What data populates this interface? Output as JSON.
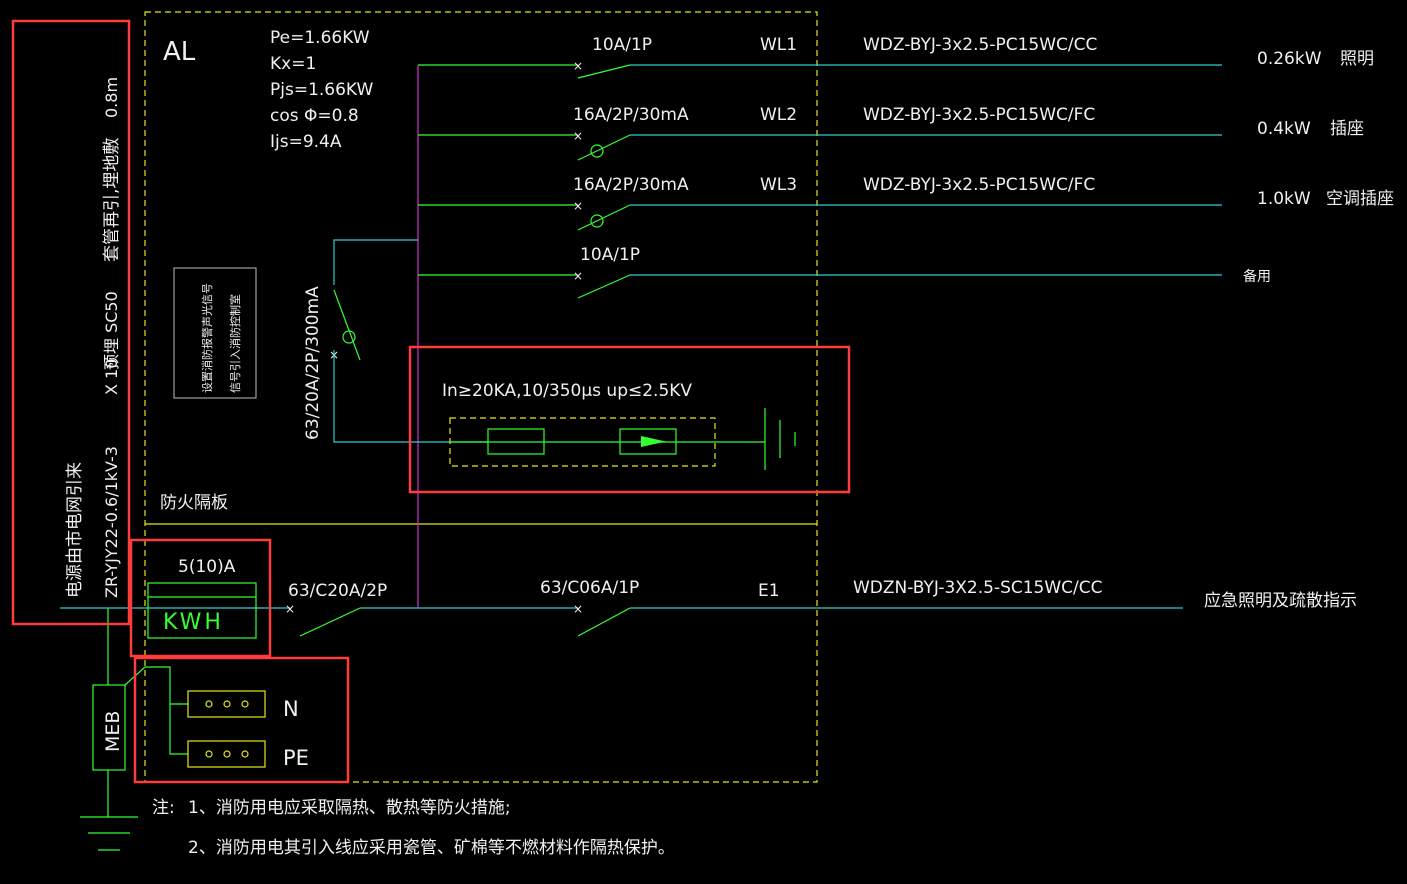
{
  "panel": {
    "name": "AL",
    "params": [
      "Pe=1.66KW",
      "Kx=1",
      "Pjs=1.66KW",
      "cos  Φ=0.8",
      "Ijs=9.4A"
    ]
  },
  "feeder": {
    "cable": "ZR-YJY22-0.6/1kV-3",
    "size": "X 10",
    "pipe": "预埋 SC50",
    "route": "套管再引,埋地敷",
    "depth": "0.8m",
    "source": "电源由市电网引来"
  },
  "note_box": {
    "line1": "设置消防报警声光信号",
    "line2": "信号引入消防控制室"
  },
  "circuits": [
    {
      "breaker": "10A/1P",
      "id": "WL1",
      "cable": "WDZ-BYJ-3x2.5-PC15WC/CC",
      "load": "0.26kW",
      "use": "照明"
    },
    {
      "breaker": "16A/2P/30mA",
      "id": "WL2",
      "cable": "WDZ-BYJ-3x2.5-PC15WC/FC",
      "load": "0.4kW",
      "use": "插座"
    },
    {
      "breaker": "16A/2P/30mA",
      "id": "WL3",
      "cable": "WDZ-BYJ-3x2.5-PC15WC/FC",
      "load": "1.0kW",
      "use": "空调插座"
    },
    {
      "breaker": "10A/1P",
      "id": "",
      "cable": "",
      "load": "",
      "use": "备用"
    }
  ],
  "spd": {
    "breaker": "63/20A/2P/300mA",
    "spec": "In≥20KA,10/350μs  up≤2.5KV"
  },
  "fire_wall": "防火隔板",
  "meter": {
    "rating": "5(10)A",
    "label": "KWH"
  },
  "main_breaker": "63/C20A/2P",
  "emergency": {
    "breaker": "63/C06A/1P",
    "id": "E1",
    "cable": "WDZN-BYJ-3X2.5-SC15WC/CC",
    "use": "应急照明及疏散指示"
  },
  "bars": {
    "n": "N",
    "pe": "PE",
    "meb": "MEB"
  },
  "notes": {
    "prefix": "注:",
    "line1": "1、消防用电应采取隔热、散热等防火措施;",
    "line2": "2、消防用电其引入线应采用瓷管、矿棉等不燃材料作隔热保护。"
  },
  "colors": {
    "background": "#000000",
    "text": "#f0f0f0",
    "wire_green": "#33ff33",
    "wire_cyan": "#33cccc",
    "bus_magenta": "#cc33cc",
    "frame_yellow": "#e6e61a",
    "highlight_red": "#ff3c3c"
  }
}
